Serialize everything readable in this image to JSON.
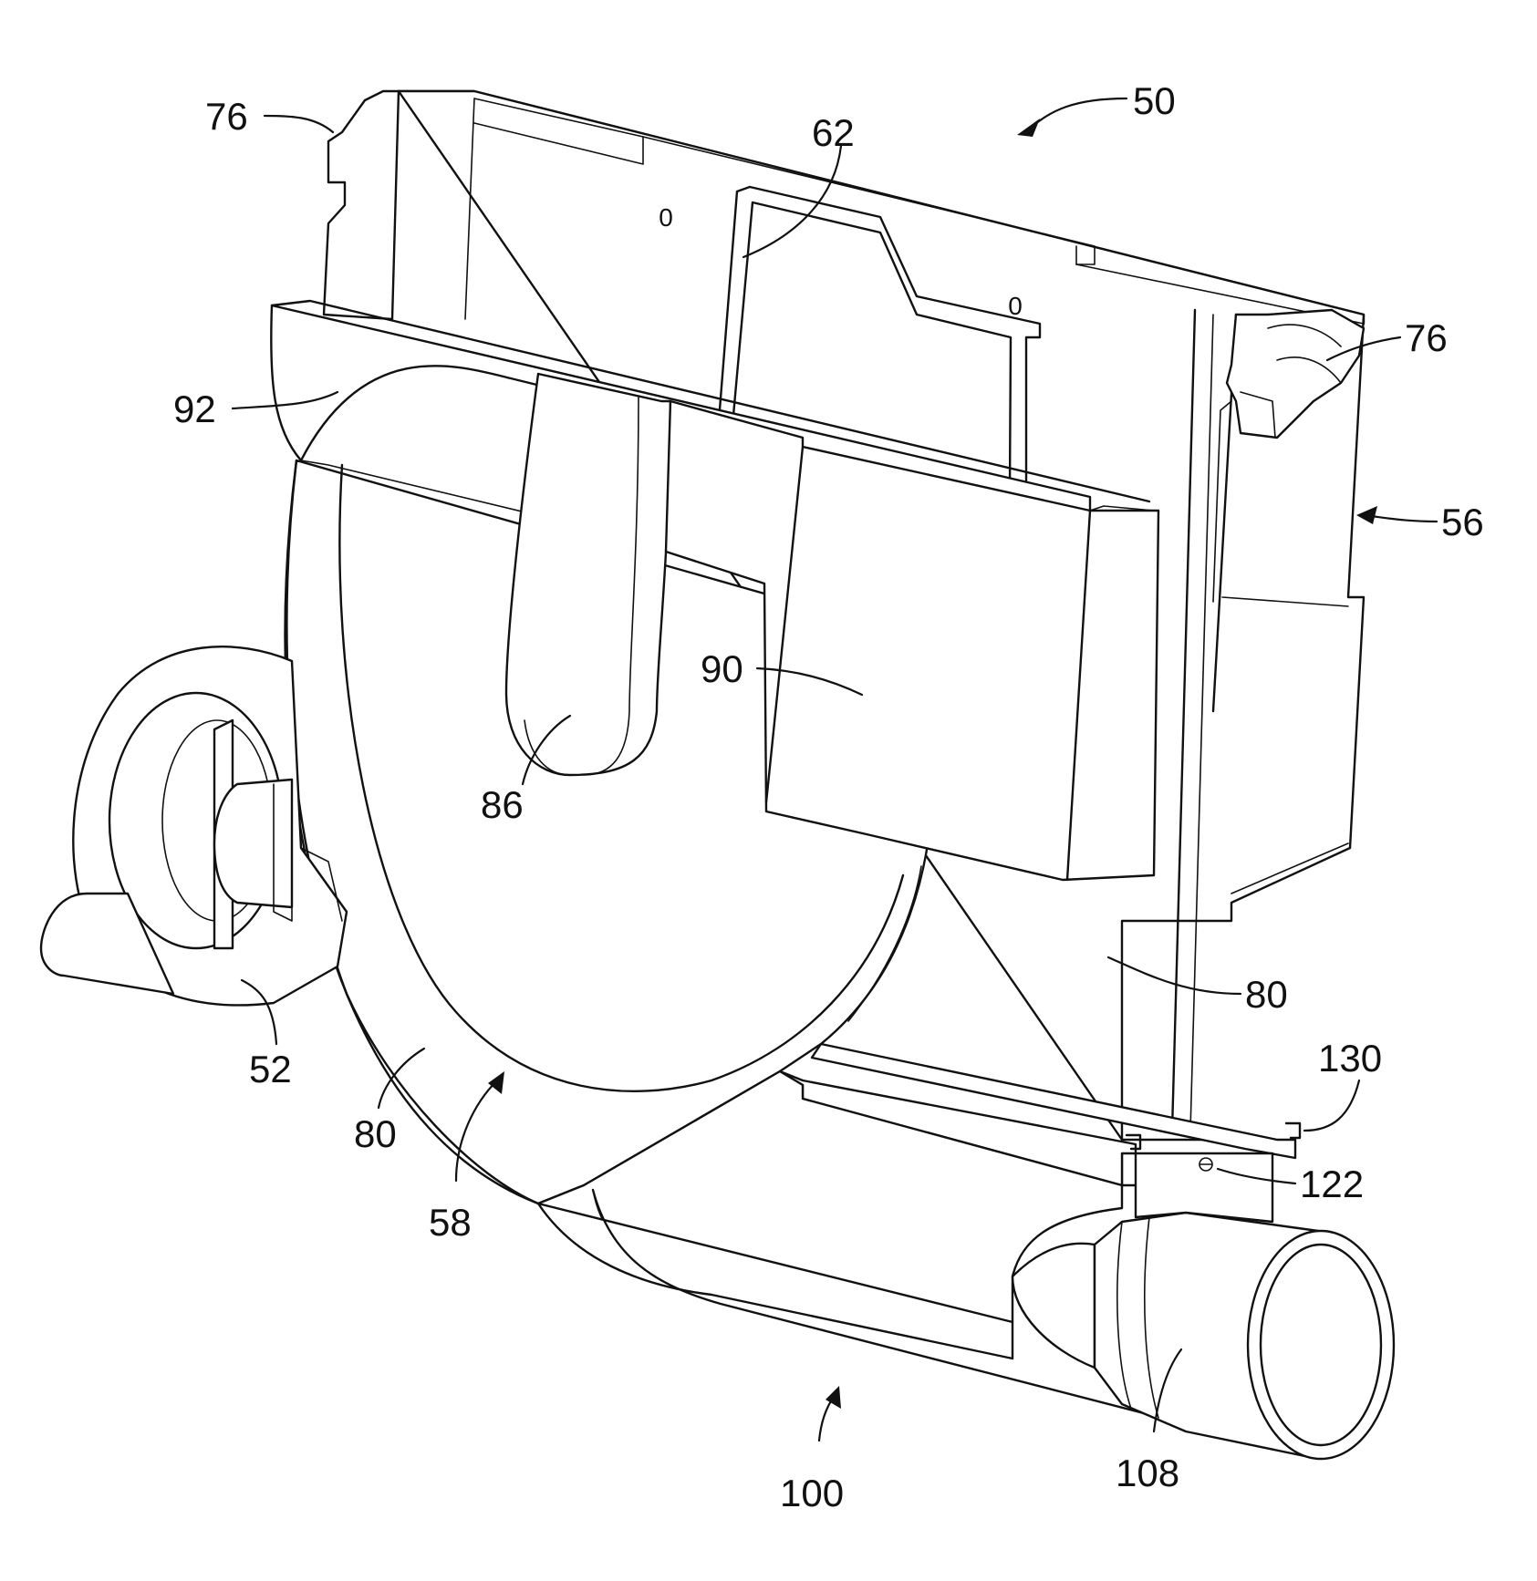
{
  "diagram": {
    "stroke_color": "#111111",
    "background_color": "#ffffff",
    "reference_numerals": {
      "assembly": "50",
      "wheel": "52",
      "housing": "56",
      "volute": "58",
      "divider": "62",
      "latch_left": "76",
      "latch_right": "76",
      "scroll_left": "80",
      "scroll_right": "80",
      "inlet_duct": "86",
      "box": "90",
      "collar": "92",
      "outlet_assembly": "100",
      "outlet_tube": "108",
      "fastener": "122",
      "flange": "130"
    },
    "hole_marks": {
      "upper": "0",
      "lower": "0"
    }
  }
}
